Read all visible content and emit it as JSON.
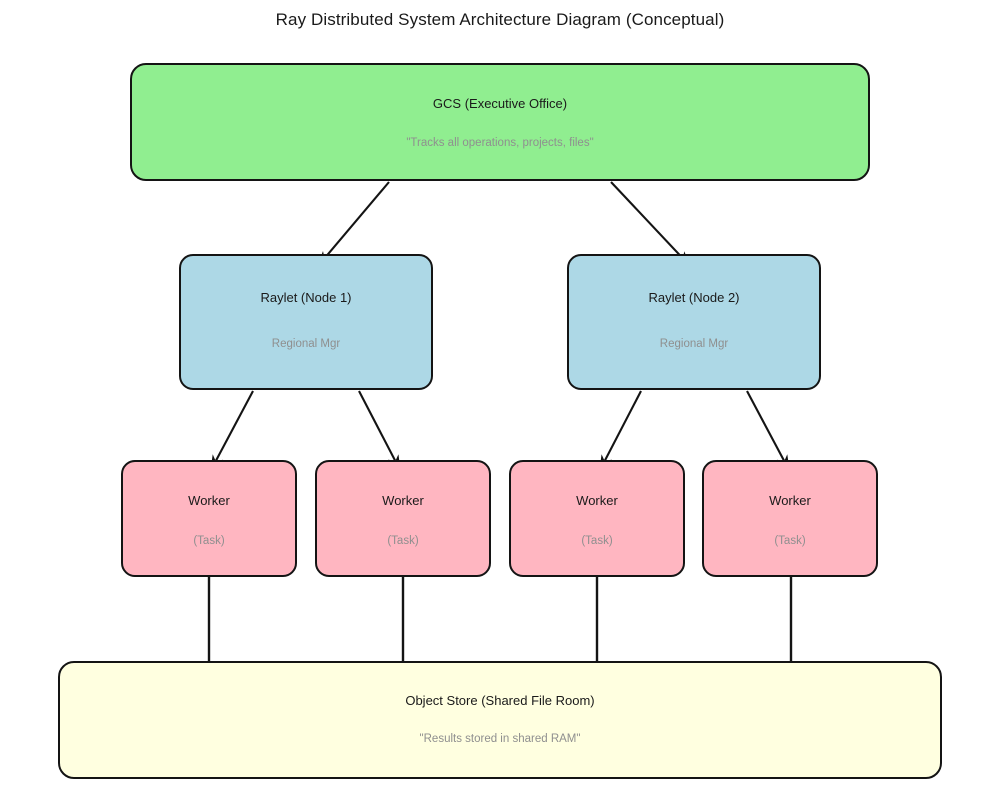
{
  "diagram": {
    "title": "Ray Distributed System Architecture Diagram (Conceptual)",
    "background_color": "#ffffff",
    "line_color": "#141414",
    "subtitle_color": "#8f8f8f"
  },
  "gcs": {
    "title": "GCS (Executive Office)",
    "subtitle": "\"Tracks all operations, projects, files\"",
    "color": "#90ee90"
  },
  "raylets": [
    {
      "title": "Raylet (Node 1)",
      "subtitle": "Regional Mgr",
      "color": "#add8e6"
    },
    {
      "title": "Raylet (Node 2)",
      "subtitle": "Regional Mgr",
      "color": "#add8e6"
    }
  ],
  "workers": [
    {
      "title": "Worker",
      "subtitle": "(Task)",
      "color": "#ffb6c1"
    },
    {
      "title": "Worker",
      "subtitle": "(Task)",
      "color": "#ffb6c1"
    },
    {
      "title": "Worker",
      "subtitle": "(Task)",
      "color": "#ffb6c1"
    },
    {
      "title": "Worker",
      "subtitle": "(Task)",
      "color": "#ffb6c1"
    }
  ],
  "object_store": {
    "title": "Object Store (Shared File Room)",
    "subtitle": "\"Results stored in shared RAM\"",
    "color": "#ffffe0"
  },
  "connections": {
    "arrows": [
      {
        "from": "gcs",
        "to": "raylet-1"
      },
      {
        "from": "gcs",
        "to": "raylet-2"
      },
      {
        "from": "raylet-1",
        "to": "worker-1"
      },
      {
        "from": "raylet-1",
        "to": "worker-2"
      },
      {
        "from": "raylet-2",
        "to": "worker-3"
      },
      {
        "from": "raylet-2",
        "to": "worker-4"
      }
    ],
    "lines": [
      {
        "from": "worker-1",
        "to": "object-store"
      },
      {
        "from": "worker-2",
        "to": "object-store"
      },
      {
        "from": "worker-3",
        "to": "object-store"
      },
      {
        "from": "worker-4",
        "to": "object-store"
      }
    ]
  }
}
